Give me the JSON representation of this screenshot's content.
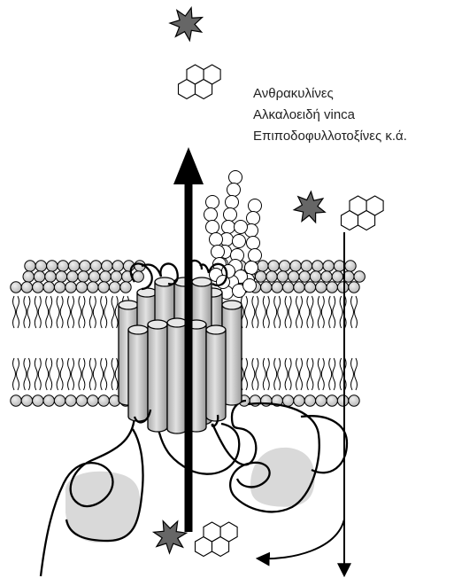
{
  "labels": {
    "drug_classes": [
      "Ανθρακυλίνες",
      "Αλκαλοειδή vinca",
      "Επιποδοφυλλοτοξίνες κ.ά."
    ]
  },
  "colors": {
    "stroke": "#000000",
    "drug_star": "#666666",
    "domain_shade": "#d9d9d9",
    "cylinder": "#cccccc",
    "lipid_head": "#d0d0d0"
  },
  "icons": [
    "drug-star-icon",
    "hexagon-ring-molecule-icon",
    "efflux-arrow-icon",
    "diffusion-arrow-icon"
  ]
}
